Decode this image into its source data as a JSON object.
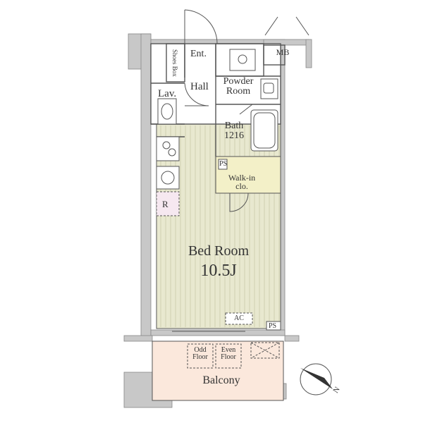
{
  "rooms": {
    "entrance": "Ent.",
    "shoes_box": "Shoes Box",
    "hall": "Hall",
    "powder_room": "Powder\nRoom",
    "meter_box": "MB",
    "lavatory": "Lav.",
    "bath": "Bath\n1216",
    "pipe_shaft_1": "PS",
    "walk_in_closet": "Walk-in\nclo.",
    "refrigerator": "R",
    "bed_room": "Bed Room",
    "bed_room_size": "10.5J",
    "air_conditioner": "AC",
    "pipe_shaft_2": "PS",
    "balcony": "Balcony",
    "odd_floor": "Odd\nFloor",
    "even_floor": "Even\nFloor",
    "compass_label": "N"
  },
  "colors": {
    "bedroom_floor": "#e8e8cf",
    "closet_floor": "#f3f0c8",
    "balcony_floor": "#fbe8dc",
    "fridge_floor": "#f6e8f0",
    "wall": "#c8c8c8",
    "line": "#555555"
  }
}
